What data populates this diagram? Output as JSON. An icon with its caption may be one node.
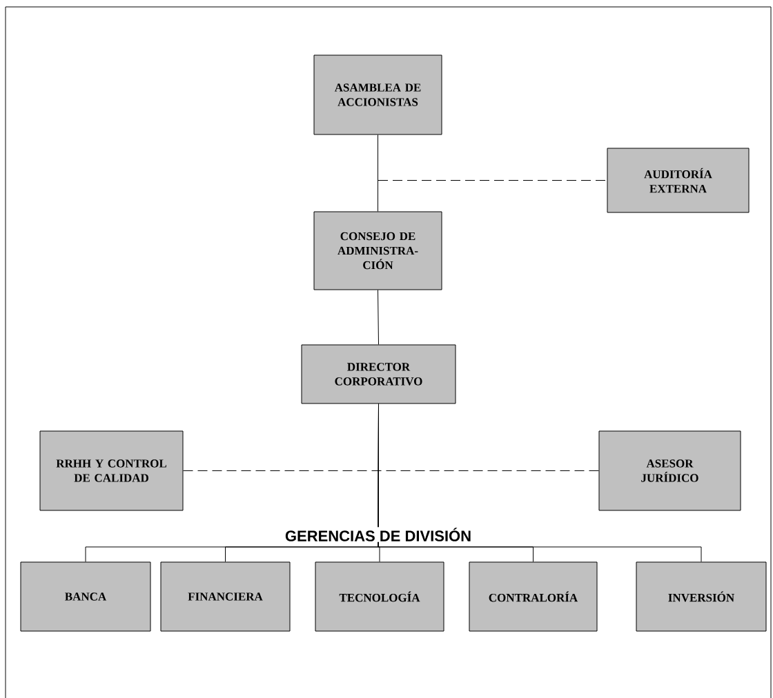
{
  "diagram": {
    "nodes": [
      {
        "text": [
          "ASAMBLEA DE ACCIONISTAS"
        ]
      },
      {
        "text": [
          "AUDITORÍA EXTERNA"
        ]
      },
      {
        "text": [
          "CONSEJO DE ADMINISTRA- CIÓN"
        ]
      },
      {
        "text": [
          "DIRECTOR CORPORATIVO"
        ]
      },
      {
        "text": [
          "RRHH Y CONTROL DE CALIDAD"
        ]
      },
      {
        "text": [
          "ASESOR JURÍDICO"
        ]
      },
      {
        "text": [
          "BANCA"
        ]
      },
      {
        "text": [
          "FINANCIERA"
        ]
      },
      {
        "text": [
          "TECNOLOGÍA"
        ]
      },
      {
        "text": [
          "CONTRALORÍA"
        ]
      },
      {
        "text": [
          "INVERSIÓN"
        ]
      }
    ],
    "edges": [
      {
        "from": 0,
        "to": 2,
        "arrow": "none"
      },
      {
        "from": null,
        "to": 1,
        "arrow": "none",
        "style": "dashed"
      },
      {
        "from": 2,
        "to": 3,
        "arrow": "none"
      },
      {
        "from": 4,
        "to": 5,
        "arrow": "none",
        "style": "dashed"
      },
      {
        "from": 3,
        "to": 6,
        "arrow": "none"
      },
      {
        "from": 3,
        "to": 7,
        "arrow": "none"
      },
      {
        "from": 3,
        "to": 8,
        "arrow": "none"
      },
      {
        "from": 3,
        "to": 9,
        "arrow": "none"
      },
      {
        "from": 3,
        "to": 10,
        "arrow": "none"
      }
    ],
    "labels": [
      "GERENCIAS DE DIVISIÓN"
    ]
  }
}
